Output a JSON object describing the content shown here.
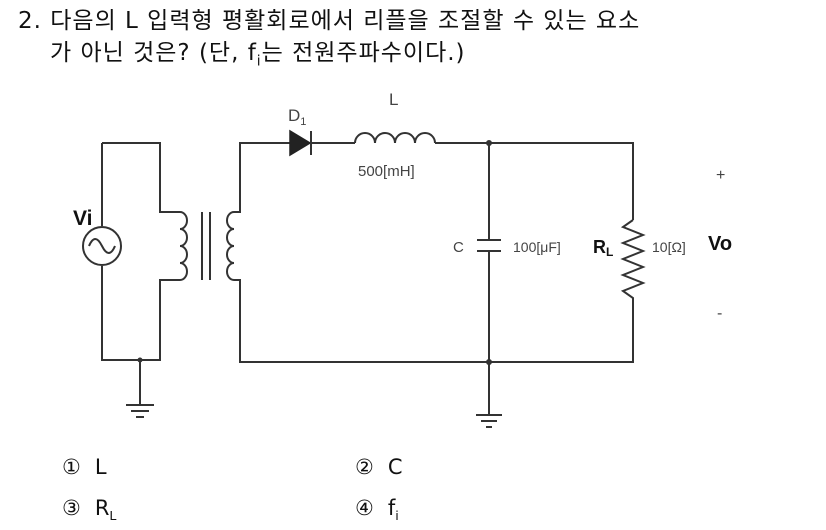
{
  "question": {
    "line1": "2. 다음의 L 입력형 평활회로에서 리플을 조절할 수 있는 요소",
    "line2_before": "가 아닌 것은? (단, f",
    "line2_sub": "i",
    "line2_after": "는 전원주파수이다.)"
  },
  "circuit": {
    "source_label": "Vi",
    "diode_label": "D",
    "diode_sub": "1",
    "inductor_label": "L",
    "inductor_value": "500[mH]",
    "capacitor_label": "C",
    "capacitor_value": "100[μF]",
    "resistor_label": "R",
    "resistor_sub": "L",
    "resistor_value": "10[Ω]",
    "output_label": "Vo",
    "plus": "+",
    "minus": "-"
  },
  "choices": [
    {
      "num": "①",
      "text": "L",
      "sub": ""
    },
    {
      "num": "②",
      "text": "C",
      "sub": ""
    },
    {
      "num": "③",
      "text": "R",
      "sub": "L"
    },
    {
      "num": "④",
      "text": "f",
      "sub": "i"
    }
  ]
}
